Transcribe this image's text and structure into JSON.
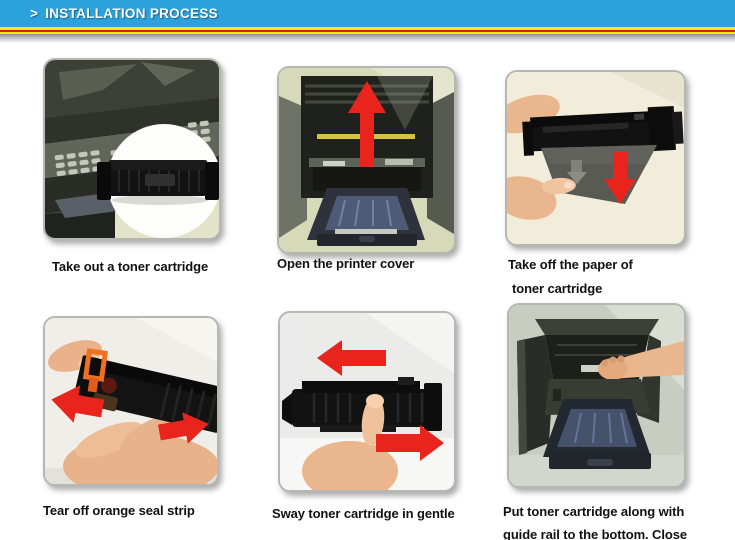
{
  "header": {
    "title_prefix": ">",
    "title": "INSTALLATION PROCESS",
    "bar_color": "#2BA2DB",
    "stripe_yellow": "#F8EC00",
    "stripe_red": "#CC2400"
  },
  "palette": {
    "arrow_red": "#E8241C",
    "caption_text": "#111111",
    "skin_tone": "#E9B68E",
    "cartridge_black": "#121212"
  },
  "steps": [
    {
      "caption_lines": [
        "Take out a toner cartridge"
      ],
      "photo": "multifunction-printer-with-toner-cartridge-inset",
      "arrows": []
    },
    {
      "caption_lines": [
        "Open the printer cover"
      ],
      "photo": "printer-opened-top-cover",
      "arrows": [
        "up"
      ]
    },
    {
      "caption_lines": [
        "Take off the paper of",
        "toner cartridge"
      ],
      "photo": "hands-removing-protective-paper",
      "arrows": [
        "down"
      ]
    },
    {
      "caption_lines": [
        "Tear off orange seal strip"
      ],
      "photo": "hand-pulling-orange-seal-strip",
      "arrows": [
        "left",
        "right"
      ]
    },
    {
      "caption_lines": [
        "Sway toner cartridge in gentle"
      ],
      "photo": "hand-swaying-toner-cartridge",
      "arrows": [
        "left",
        "right"
      ]
    },
    {
      "caption_lines": [
        "Put toner cartridge along with",
        "guide rail to the bottom. Close"
      ],
      "photo": "hand-inserting-cartridge-into-printer",
      "arrows": []
    }
  ]
}
